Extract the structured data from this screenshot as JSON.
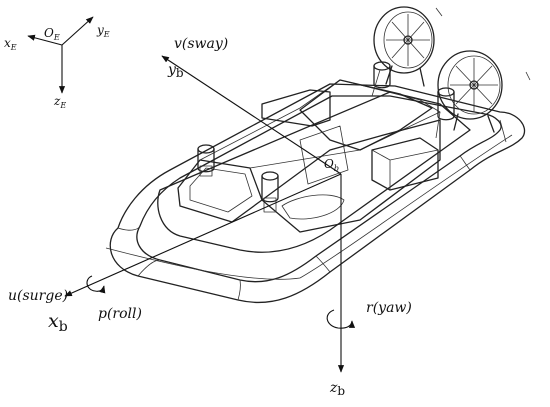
{
  "earth_frame": {
    "origin": "O",
    "origin_sub": "E",
    "x_axis": "x",
    "x_sub": "E",
    "y_axis": "y",
    "y_sub": "E",
    "z_axis": "z",
    "z_sub": "E"
  },
  "body_frame": {
    "origin": "O",
    "origin_sub": "b",
    "x_axis": "x",
    "x_sub": "b",
    "y_axis": "y",
    "y_sub": "b",
    "z_axis": "z",
    "z_sub": "b"
  },
  "motions": {
    "surge": "u(surge)",
    "sway": "v(sway)",
    "roll": "p(roll)",
    "yaw": "r(yaw)"
  }
}
